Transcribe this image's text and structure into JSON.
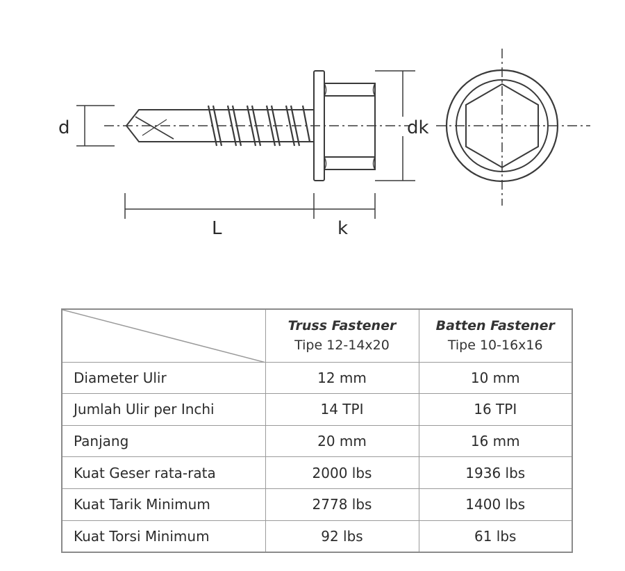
{
  "drawing": {
    "labels": {
      "d": "d",
      "dk": "dk",
      "L": "L",
      "k": "k"
    }
  },
  "table": {
    "columns": [
      {
        "name": "Truss Fastener",
        "type": "Tipe 12-14x20"
      },
      {
        "name": "Batten Fastener",
        "type": "Tipe 10-16x16"
      }
    ],
    "rows": [
      {
        "label": "Diameter Ulir",
        "values": [
          "12 mm",
          "10 mm"
        ]
      },
      {
        "label": "Jumlah Ulir per Inchi",
        "values": [
          "14 TPI",
          "16 TPI"
        ]
      },
      {
        "label": "Panjang",
        "values": [
          "20 mm",
          "16 mm"
        ]
      },
      {
        "label": "Kuat Geser rata-rata",
        "values": [
          "2000 lbs",
          "1936 lbs"
        ]
      },
      {
        "label": "Kuat Tarik Minimum",
        "values": [
          "2778 lbs",
          "1400 lbs"
        ]
      },
      {
        "label": "Kuat Torsi Minimum",
        "values": [
          "92 lbs",
          "61 lbs"
        ]
      }
    ]
  }
}
